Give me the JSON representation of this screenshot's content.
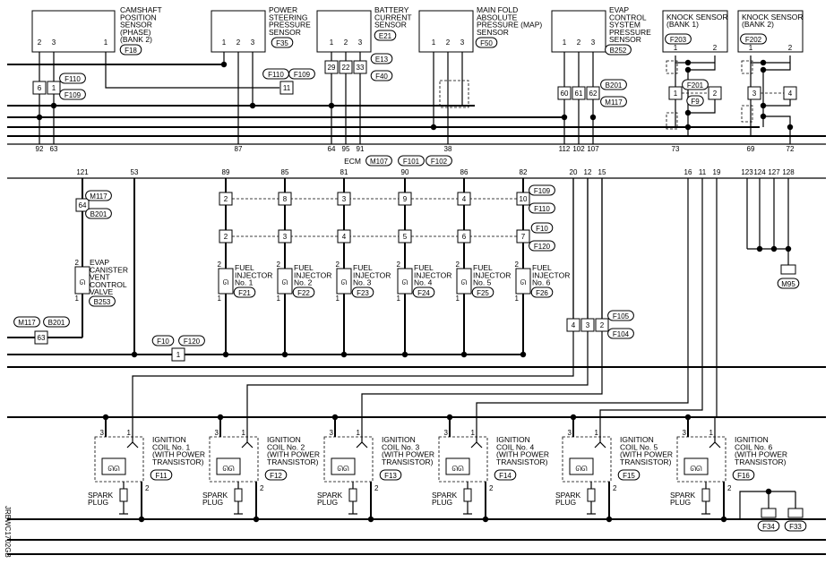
{
  "diagram_id": "JRBWC1702GB",
  "ecm": {
    "label": "ECM",
    "connectors": [
      "M107",
      "F101",
      "F102"
    ]
  },
  "sensors": [
    {
      "id": "cmp",
      "lines": [
        "CAMSHAFT",
        "POSITION",
        "SENSOR",
        "(PHASE)",
        "(BANK 2)"
      ],
      "connector": "F18",
      "pins": [
        "2",
        "3",
        "1"
      ],
      "ecm_pins": [
        "92",
        "63"
      ],
      "joint_pins": [
        "6",
        "1"
      ],
      "joint_connectors": [
        "F110",
        "F109"
      ]
    },
    {
      "id": "psp",
      "lines": [
        "POWER",
        "STEERING",
        "PRESSURE",
        "SENSOR"
      ],
      "connector": "F35",
      "pins": [
        "1",
        "2",
        "3"
      ],
      "ecm_pins": [
        "87"
      ],
      "joint_pins": [
        "11"
      ],
      "joint_connectors": [
        "F110",
        "F109"
      ]
    },
    {
      "id": "bat",
      "lines": [
        "BATTERY",
        "CURRENT",
        "SENSOR"
      ],
      "connector": "E21",
      "pins": [
        "1",
        "2",
        "3"
      ],
      "ecm_pins": [
        "64",
        "95",
        "91"
      ],
      "joint_pins": [
        "29",
        "22",
        "33"
      ],
      "joint_connectors": [
        "E13",
        "F40"
      ]
    },
    {
      "id": "map",
      "lines": [
        "MAIN FOLD",
        "ABSOLUTE",
        "PRESSURE (MAP)",
        "SENSOR"
      ],
      "connector": "F50",
      "pins": [
        "1",
        "2",
        "3"
      ],
      "ecm_pins": [
        "38"
      ]
    },
    {
      "id": "evp",
      "lines": [
        "EVAP",
        "CONTROL",
        "SYSTEM",
        "PRESSURE",
        "SENSOR"
      ],
      "connector": "B252",
      "pins": [
        "1",
        "2",
        "3"
      ],
      "ecm_pins": [
        "112",
        "102",
        "107"
      ],
      "joint_pins": [
        "60",
        "61",
        "62"
      ],
      "joint_connectors": [
        "B201",
        "M117"
      ]
    },
    {
      "id": "ks1",
      "lines": [
        "KNOCK SENSOR",
        "(BANK 1)"
      ],
      "connector": "F203",
      "pins": [
        "1",
        "2"
      ],
      "ecm_pins": [
        "73"
      ],
      "joint_pins": [
        "1",
        "2"
      ],
      "joint_connectors": [
        "F201",
        "F9"
      ]
    },
    {
      "id": "ks2",
      "lines": [
        "KNOCK SENSOR",
        "(BANK 2)"
      ],
      "connector": "F202",
      "pins": [
        "1",
        "2"
      ],
      "ecm_pins": [
        "69",
        "72"
      ],
      "joint_pins": [
        "3",
        "4"
      ]
    }
  ],
  "ecm_lower_pins": [
    "121",
    "53",
    "89",
    "85",
    "81",
    "90",
    "86",
    "82",
    "20",
    "12",
    "15",
    "16",
    "11",
    "19",
    "123",
    "124",
    "127",
    "128"
  ],
  "evap_valve": {
    "lines": [
      "EVAP",
      "CANISTER",
      "VENT",
      "CONTROL",
      "VALVE"
    ],
    "connector": "B253",
    "joint_pin": "64",
    "joint_connectors": [
      "M117",
      "B201"
    ],
    "pins": [
      "2",
      "1"
    ],
    "lower_joint_pin": "63",
    "lower_joint_connectors": [
      "M117",
      "B201"
    ]
  },
  "injectors": [
    {
      "lines": [
        "FUEL",
        "INJECTOR",
        "No. 1"
      ],
      "connector": "F21",
      "j1": "2",
      "j2": "2",
      "pins": [
        "2",
        "1"
      ]
    },
    {
      "lines": [
        "FUEL",
        "INJECTOR",
        "No. 2"
      ],
      "connector": "F22",
      "j1": "8",
      "j2": "3",
      "pins": [
        "2",
        "1"
      ]
    },
    {
      "lines": [
        "FUEL",
        "INJECTOR",
        "No. 3"
      ],
      "connector": "F23",
      "j1": "3",
      "j2": "4",
      "pins": [
        "2",
        "1"
      ]
    },
    {
      "lines": [
        "FUEL",
        "INJECTOR",
        "No. 4"
      ],
      "connector": "F24",
      "j1": "9",
      "j2": "5",
      "pins": [
        "2",
        "1"
      ]
    },
    {
      "lines": [
        "FUEL",
        "INJECTOR",
        "No. 5"
      ],
      "connector": "F25",
      "j1": "4",
      "j2": "6",
      "pins": [
        "2",
        "1"
      ]
    },
    {
      "lines": [
        "FUEL",
        "INJECTOR",
        "No. 6"
      ],
      "connector": "F26",
      "j1": "10",
      "j2": "7",
      "pins": [
        "2",
        "1"
      ]
    }
  ],
  "injector_joint_connectors": {
    "row1": [
      "F109",
      "F110"
    ],
    "row2": [
      "F10",
      "F120"
    ]
  },
  "injector_supply_joint": {
    "pin": "1",
    "connectors": [
      "F10",
      "F120"
    ]
  },
  "coil_joint": {
    "pins": [
      "4",
      "3",
      "2"
    ],
    "connectors": [
      "F105",
      "F104"
    ]
  },
  "coils": [
    {
      "lines": [
        "IGNITION",
        "COIL No. 1",
        "(WITH POWER",
        "TRANSISTOR)"
      ],
      "connector": "F11",
      "pins": [
        "3",
        "1",
        "2"
      ]
    },
    {
      "lines": [
        "IGNITION",
        "COIL No. 2",
        "(WITH POWER",
        "TRANSISTOR)"
      ],
      "connector": "F12",
      "pins": [
        "3",
        "1",
        "2"
      ]
    },
    {
      "lines": [
        "IGNITION",
        "COIL No. 3",
        "(WITH POWER",
        "TRANSISTOR)"
      ],
      "connector": "F13",
      "pins": [
        "3",
        "1",
        "2"
      ]
    },
    {
      "lines": [
        "IGNITION",
        "COIL No. 4",
        "(WITH POWER",
        "TRANSISTOR)"
      ],
      "connector": "F14",
      "pins": [
        "3",
        "1",
        "2"
      ]
    },
    {
      "lines": [
        "IGNITION",
        "COIL No. 5",
        "(WITH POWER",
        "TRANSISTOR)"
      ],
      "connector": "F15",
      "pins": [
        "3",
        "1",
        "2"
      ]
    },
    {
      "lines": [
        "IGNITION",
        "COIL No. 6",
        "(WITH POWER",
        "TRANSISTOR)"
      ],
      "connector": "F16",
      "pins": [
        "3",
        "1",
        "2"
      ]
    }
  ],
  "spark_plug_lines": [
    "SPARK",
    "PLUG"
  ],
  "grounds": [
    "M95",
    "F34",
    "F33"
  ]
}
